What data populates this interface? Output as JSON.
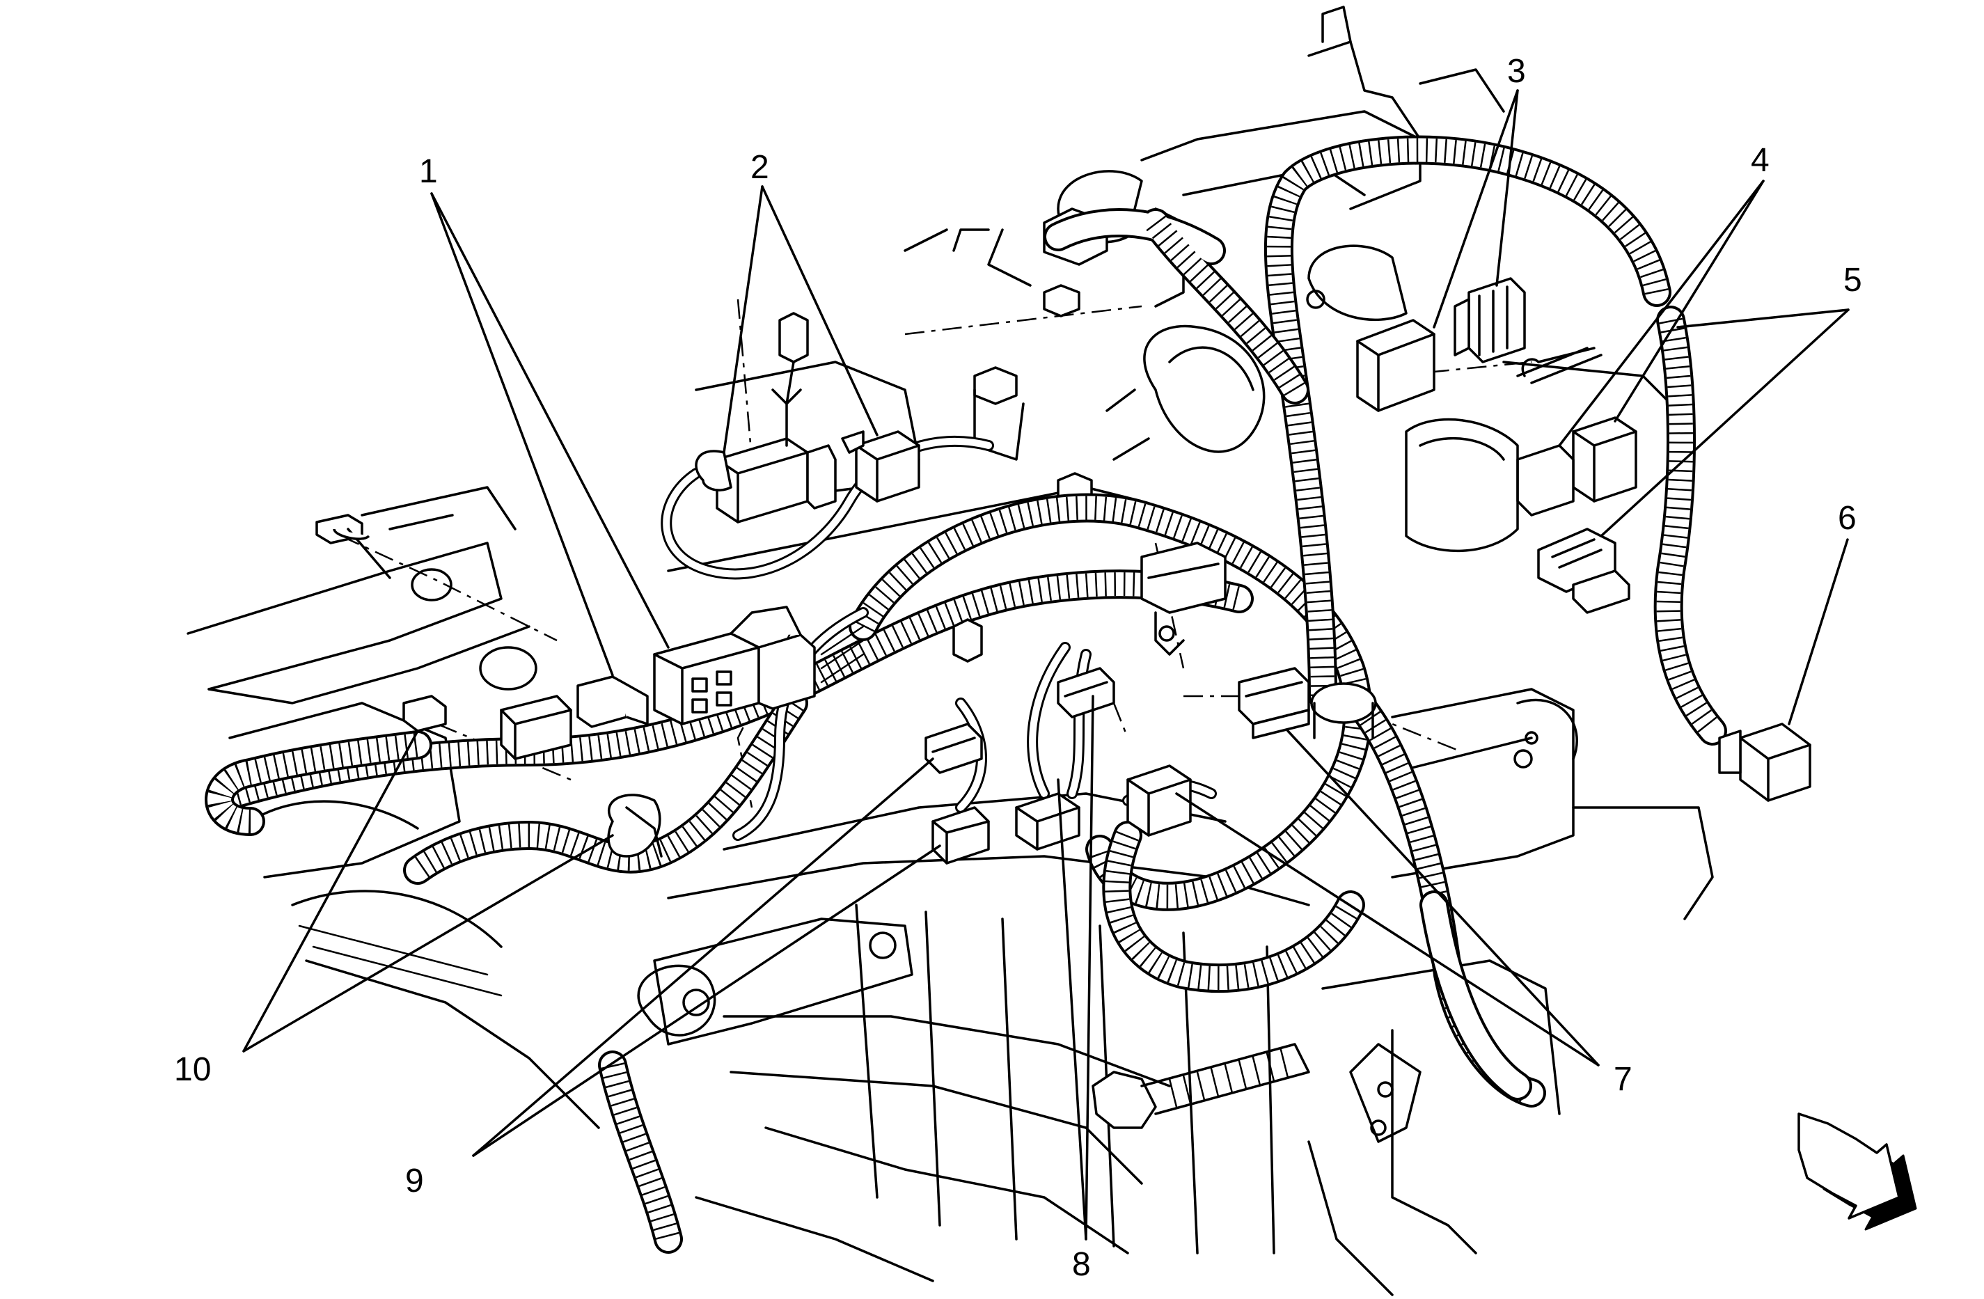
{
  "callouts": [
    {
      "id": "1",
      "label": "1"
    },
    {
      "id": "2",
      "label": "2"
    },
    {
      "id": "3",
      "label": "3"
    },
    {
      "id": "4",
      "label": "4"
    },
    {
      "id": "5",
      "label": "5"
    },
    {
      "id": "6",
      "label": "6"
    },
    {
      "id": "7",
      "label": "7"
    },
    {
      "id": "8",
      "label": "8"
    },
    {
      "id": "9",
      "label": "9"
    },
    {
      "id": "10",
      "label": "10"
    }
  ],
  "icons": {
    "direction": "direction-arrow-icon"
  },
  "colors": {
    "line": "#000000",
    "background": "#ffffff"
  }
}
